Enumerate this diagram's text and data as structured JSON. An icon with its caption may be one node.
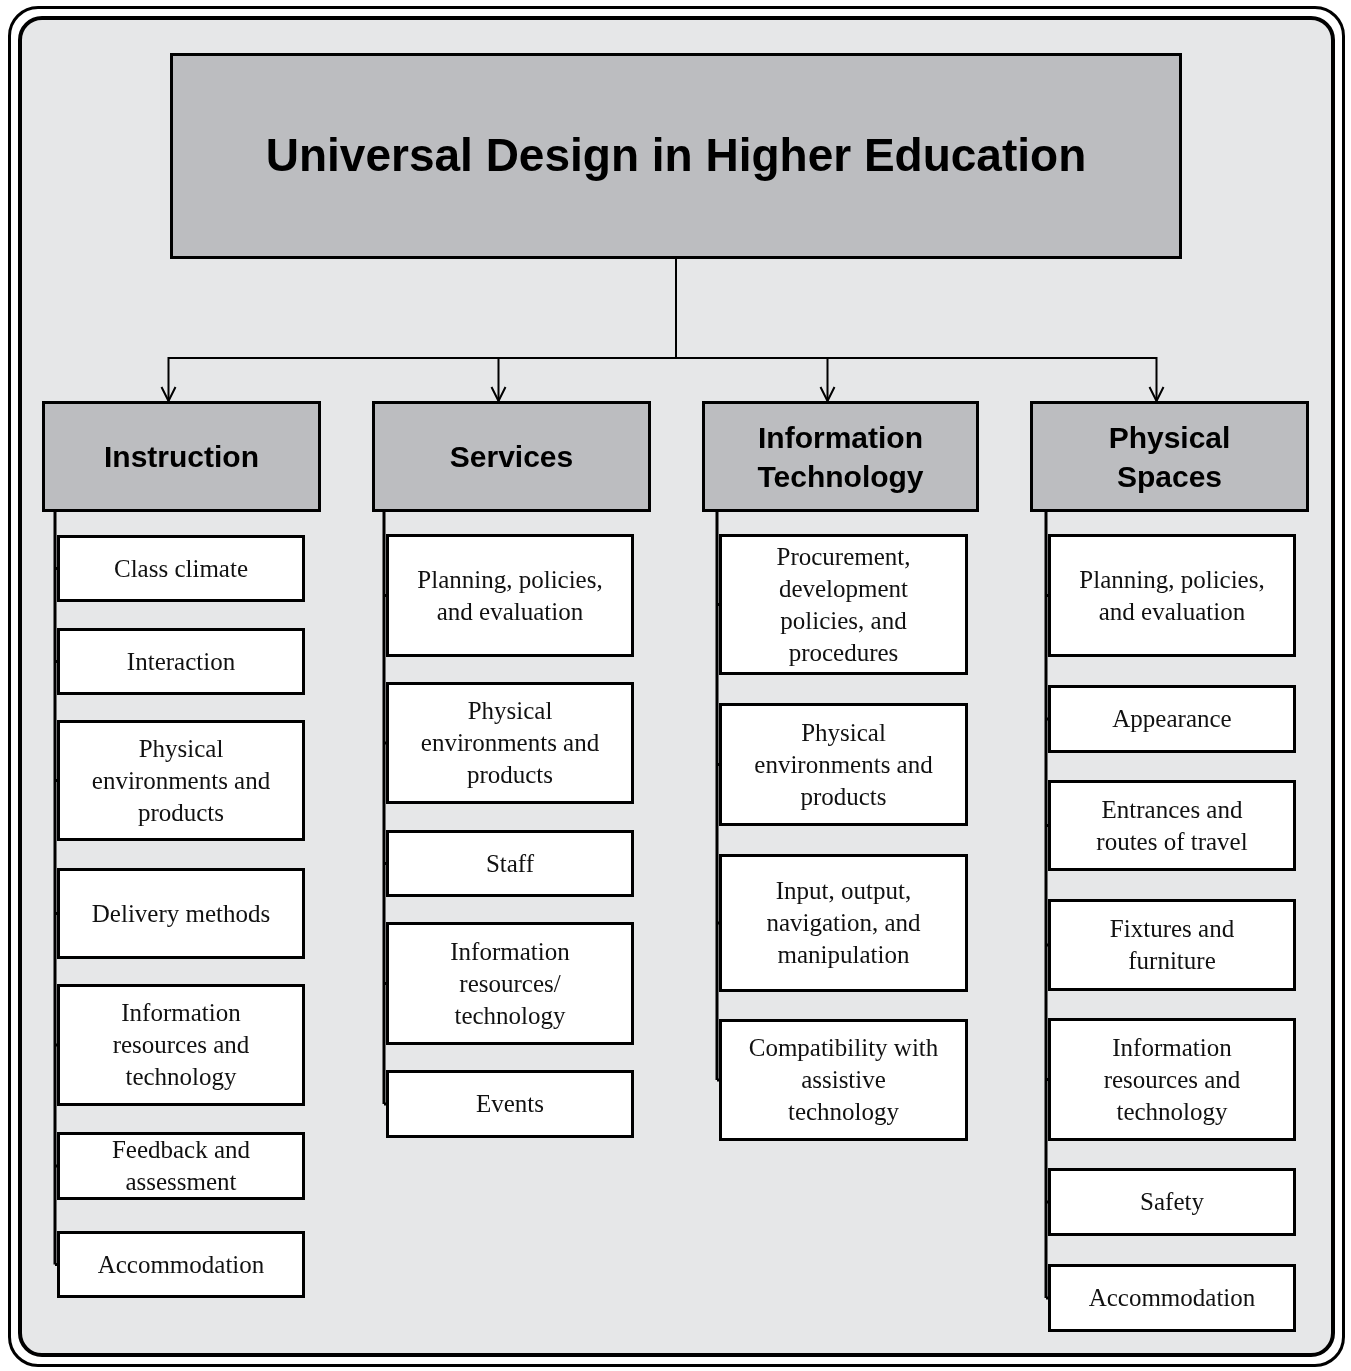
{
  "diagram": {
    "nodes": [
      {
        "text": [
          "Universal Design in Higher Education"
        ]
      },
      {
        "text": [
          "Instruction"
        ]
      },
      {
        "text": [
          "Class climate"
        ]
      },
      {
        "text": [
          "Interaction"
        ]
      },
      {
        "text": [
          "Physical environments and products"
        ]
      },
      {
        "text": [
          "Delivery methods"
        ]
      },
      {
        "text": [
          "Information resources and technology"
        ]
      },
      {
        "text": [
          "Feedback and assessment"
        ]
      },
      {
        "text": [
          "Accommodation"
        ]
      },
      {
        "text": [
          "Services"
        ]
      },
      {
        "text": [
          "Planning, policies, and evaluation"
        ]
      },
      {
        "text": [
          "Physical environments and products"
        ]
      },
      {
        "text": [
          "Staff"
        ]
      },
      {
        "text": [
          "Information resources/ technology"
        ]
      },
      {
        "text": [
          "Events"
        ]
      },
      {
        "text": [
          "Information Technology"
        ]
      },
      {
        "text": [
          "Procurement, development policies, and procedures"
        ]
      },
      {
        "text": [
          "Physical environments and products"
        ]
      },
      {
        "text": [
          "Input, output, navigation, and manipulation"
        ]
      },
      {
        "text": [
          "Compatibility with assistive technology"
        ]
      },
      {
        "text": [
          "Physical Spaces"
        ]
      },
      {
        "text": [
          "Planning, policies, and evaluation"
        ]
      },
      {
        "text": [
          "Appearance"
        ]
      },
      {
        "text": [
          "Entrances and routes of travel"
        ]
      },
      {
        "text": [
          "Fixtures and furniture"
        ]
      },
      {
        "text": [
          "Information resources and technology"
        ]
      },
      {
        "text": [
          "Safety"
        ]
      },
      {
        "text": [
          "Accommodation"
        ]
      }
    ],
    "edges": [
      {
        "from": 0,
        "to": 1,
        "arrow": "to"
      },
      {
        "from": 0,
        "to": 9,
        "arrow": "to"
      },
      {
        "from": 0,
        "to": 15,
        "arrow": "to"
      },
      {
        "from": 0,
        "to": 20,
        "arrow": "to"
      },
      {
        "from": 1,
        "to": 2,
        "arrow": "none"
      },
      {
        "from": 1,
        "to": 3,
        "arrow": "none"
      },
      {
        "from": 1,
        "to": 4,
        "arrow": "none"
      },
      {
        "from": 1,
        "to": 5,
        "arrow": "none"
      },
      {
        "from": 1,
        "to": 6,
        "arrow": "none"
      },
      {
        "from": 1,
        "to": 7,
        "arrow": "none"
      },
      {
        "from": 1,
        "to": 8,
        "arrow": "none"
      },
      {
        "from": 9,
        "to": 10,
        "arrow": "none"
      },
      {
        "from": 9,
        "to": 11,
        "arrow": "none"
      },
      {
        "from": 9,
        "to": 12,
        "arrow": "none"
      },
      {
        "from": 9,
        "to": 13,
        "arrow": "none"
      },
      {
        "from": 9,
        "to": 14,
        "arrow": "none"
      },
      {
        "from": 15,
        "to": 16,
        "arrow": "none"
      },
      {
        "from": 15,
        "to": 17,
        "arrow": "none"
      },
      {
        "from": 15,
        "to": 18,
        "arrow": "none"
      },
      {
        "from": 15,
        "to": 19,
        "arrow": "none"
      },
      {
        "from": 20,
        "to": 21,
        "arrow": "none"
      },
      {
        "from": 20,
        "to": 22,
        "arrow": "none"
      },
      {
        "from": 20,
        "to": 23,
        "arrow": "none"
      },
      {
        "from": 20,
        "to": 24,
        "arrow": "none"
      },
      {
        "from": 20,
        "to": 25,
        "arrow": "none"
      },
      {
        "from": 20,
        "to": 26,
        "arrow": "none"
      },
      {
        "from": 20,
        "to": 27,
        "arrow": "none"
      }
    ]
  }
}
